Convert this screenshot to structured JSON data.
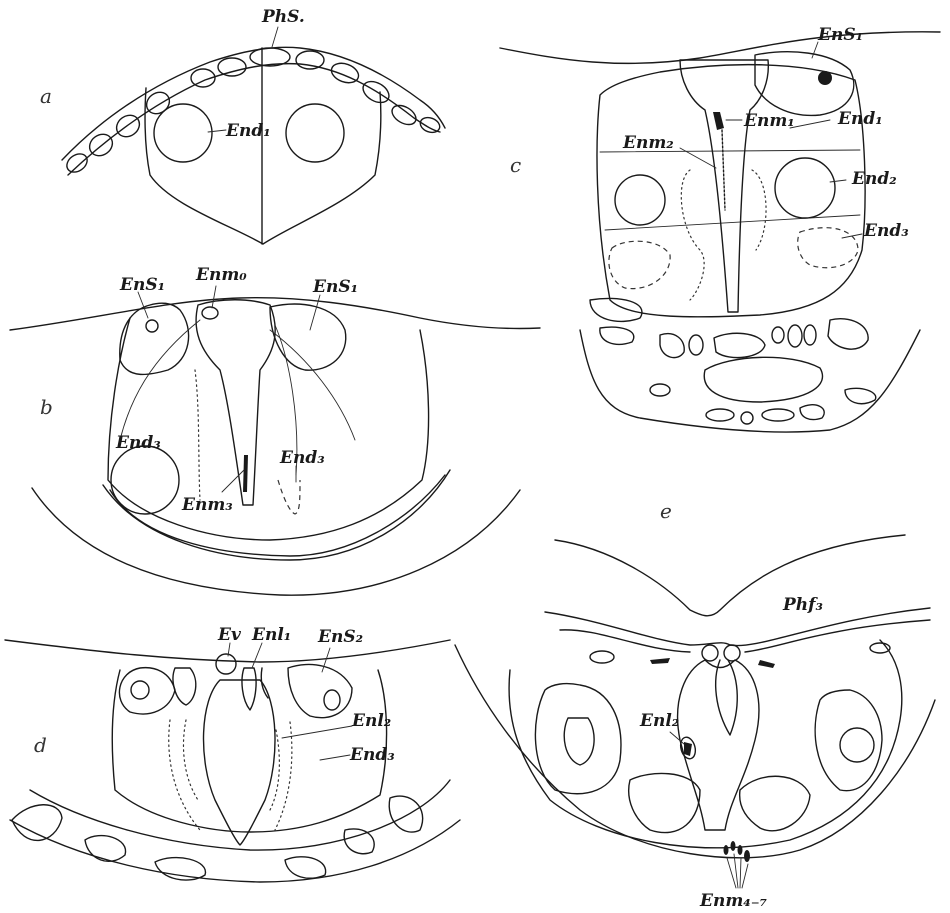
{
  "panels": {
    "a": {
      "letter": "a",
      "labels": {
        "phs": "PhS.",
        "end1": "End₁"
      }
    },
    "b": {
      "letter": "b",
      "labels": {
        "ens1_left": "EnS₁",
        "enm0": "Enm₀",
        "ens1_right": "EnS₁",
        "end3_left": "End₃",
        "end3_right": "End₃",
        "enm3": "Enm₃"
      }
    },
    "c": {
      "letter": "c",
      "labels": {
        "ens1": "EnS₁",
        "enm1": "Enm₁",
        "end1": "End₁",
        "enm2": "Enm₂",
        "end2": "End₂",
        "end3": "End₃"
      }
    },
    "d": {
      "letter": "d",
      "labels": {
        "ev": "Ev",
        "enl1": "Enl₁",
        "ens2": "EnS₂",
        "enl2": "Enl₂",
        "end3": "End₃"
      }
    },
    "e": {
      "letter": "e",
      "labels": {
        "phf3": "Phf₃",
        "enl2": "Enl₂",
        "enm47": "Enm₄₋₇"
      }
    }
  }
}
